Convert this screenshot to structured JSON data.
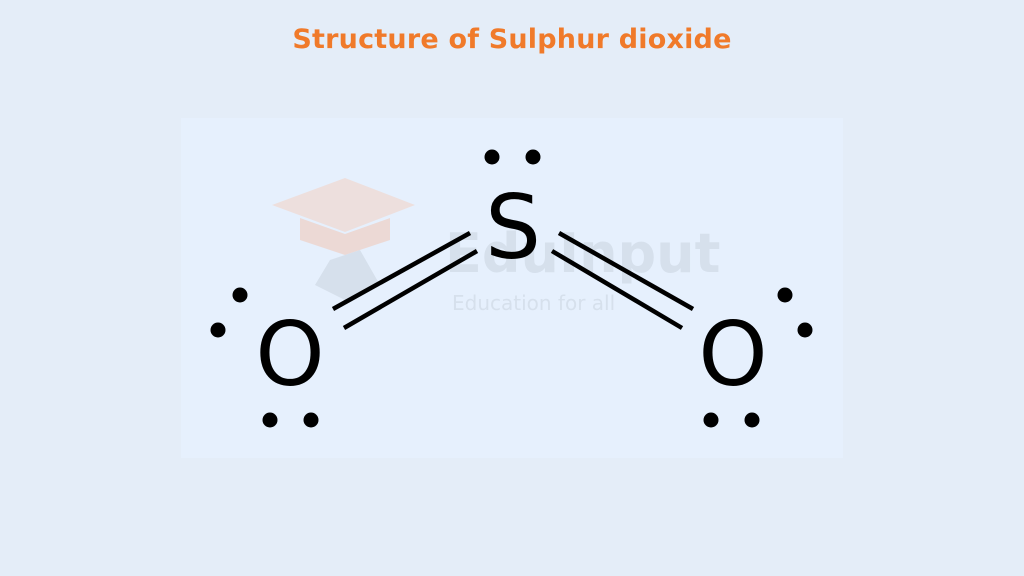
{
  "title": "Structure of Sulphur dioxide",
  "watermark": {
    "brand": "EduInput",
    "tagline": "Education for all"
  },
  "molecule": {
    "atoms": [
      {
        "id": "S",
        "symbol": "S",
        "lone_pairs": 1
      },
      {
        "id": "O1",
        "symbol": "O",
        "lone_pairs": 2
      },
      {
        "id": "O2",
        "symbol": "O",
        "lone_pairs": 2
      }
    ],
    "bonds": [
      {
        "from": "S",
        "to": "O1",
        "order": 2
      },
      {
        "from": "S",
        "to": "O2",
        "order": 2
      }
    ]
  },
  "colors": {
    "title": "#f07a2a",
    "background": "#e4edf8",
    "panel": "#e6f0fd",
    "ink": "#000000",
    "watermark": "#c9d3df"
  }
}
